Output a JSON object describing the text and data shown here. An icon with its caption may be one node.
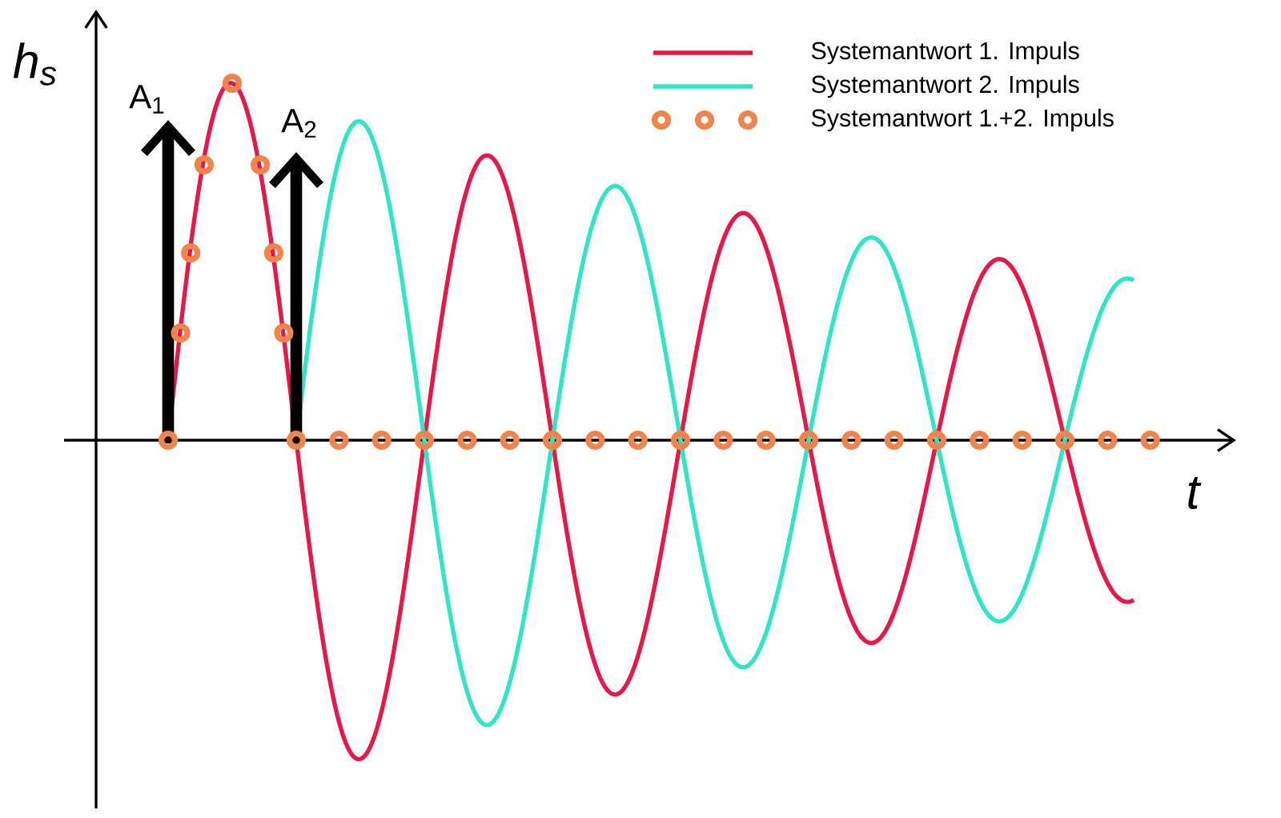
{
  "diagram": {
    "labels": [
      "h$_{s}$",
      "A$_{1}$",
      "A$_{2}$",
      "t"
    ],
    "legend": [
      {
        "text": "Systemantwort 1. Impuls"
      },
      {
        "text": "Systemantwort 2. Impuls"
      },
      {
        "text": "Systemantwort 1.+2. Impuls"
      }
    ]
  }
}
